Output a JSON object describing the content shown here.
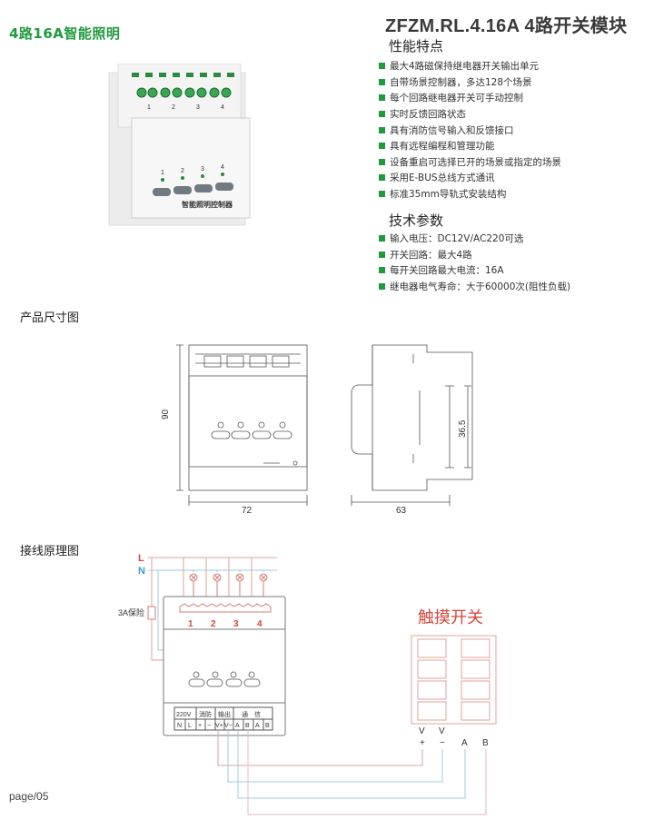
{
  "header": {
    "series_title": "4路16A智能照明",
    "model_title": "ZFZM.RL.4.16A   4路开关模块"
  },
  "product_photo": {
    "channel_labels": [
      "1",
      "2",
      "3",
      "4"
    ],
    "panel_text": "智能照明控制器"
  },
  "features": {
    "heading": "性能特点",
    "items": [
      "最大4路磁保持继电器开关输出单元",
      "自带场景控制器，多达128个场景",
      "每个回路继电器开关可手动控制",
      "实时反馈回路状态",
      "具有消防信号输入和反馈接口",
      "具有远程编程和管理功能",
      "设备重启可选择已开的场景或指定的场景",
      "采用E-BUS总线方式通讯",
      "标准35mm导轨式安装结构"
    ]
  },
  "specs": {
    "heading": "技术参数",
    "items": [
      "输入电压：DC12V/AC220可选",
      "开关回路：最大4路",
      "每开关回路最大电流：16A",
      "继电器电气寿命：大于60000次(阻性负载)"
    ]
  },
  "dimensions": {
    "heading": "产品尺寸图",
    "height": "90",
    "width": "72",
    "depth": "63",
    "rail_height": "36.5"
  },
  "wiring": {
    "heading": "接线原理图",
    "line_L": "L",
    "line_N": "N",
    "fuse": "3A保险",
    "channels": [
      "1",
      "2",
      "3",
      "4"
    ],
    "terminal_groups": [
      "220V",
      "消防",
      "输出",
      "通　信"
    ],
    "terminals": [
      "N",
      "L",
      "+",
      "−",
      "V+",
      "V−",
      "A",
      "B",
      "A",
      "B"
    ],
    "touch_switch_title": "触摸开关",
    "switch_terminals_top": [
      "V",
      "V"
    ],
    "switch_terminals_bottom": [
      "+",
      "−",
      "A",
      "B"
    ]
  },
  "footer": {
    "page": "page/05"
  },
  "colors": {
    "accent": "#1f9a3c",
    "live": "#d9443a",
    "neutral": "#3a9ad9"
  }
}
